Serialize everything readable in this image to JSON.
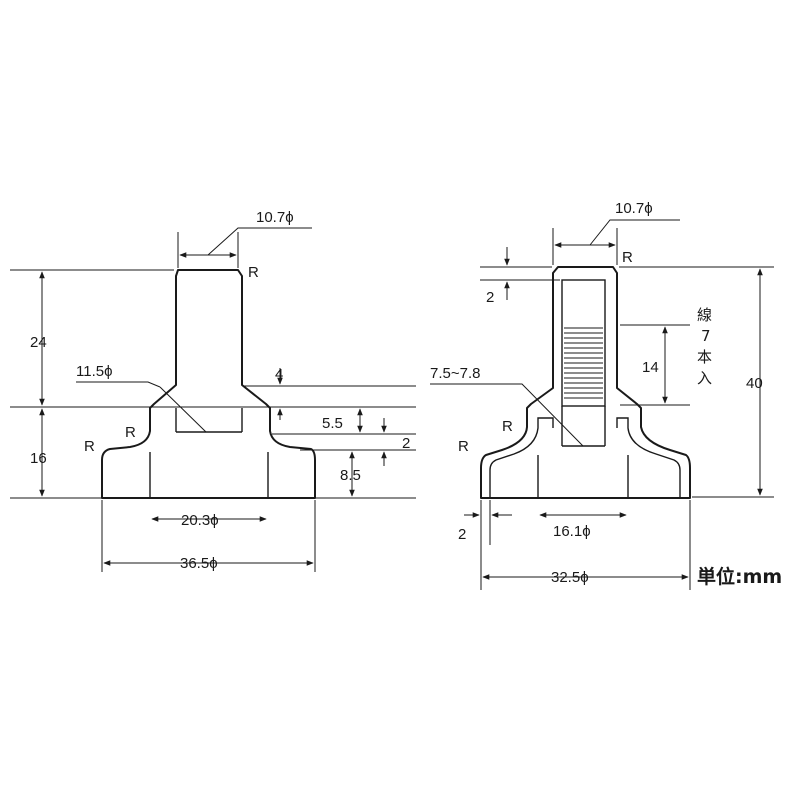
{
  "left_part": {
    "top_diameter": "10.7ϕ",
    "radius_top": "R",
    "height_upper": "24",
    "height_lower": "16",
    "shoulder_diameter": "11.5ϕ",
    "radius_shoulder": "R",
    "radius_base": "R",
    "dim_4": "4",
    "dim_5_5": "5.5",
    "dim_2": "2",
    "dim_8_5": "8.5",
    "inner_diameter": "20.3ϕ",
    "outer_diameter": "36.5ϕ"
  },
  "right_part": {
    "top_diameter": "10.7ϕ",
    "radius_top": "R",
    "dim_top_2": "2",
    "wire_note": [
      "線",
      "7",
      "本",
      "入"
    ],
    "dim_14": "14",
    "height_total": "40",
    "bore_range": "7.5~7.8",
    "radius_shoulder": "R",
    "radius_base": "R",
    "dim_wall_2": "2",
    "inner_diameter": "16.1ϕ",
    "outer_diameter": "32.5ϕ"
  },
  "unit_note": "単位:mm",
  "colors": {
    "line": "#1a1a1a",
    "background": "#ffffff"
  }
}
